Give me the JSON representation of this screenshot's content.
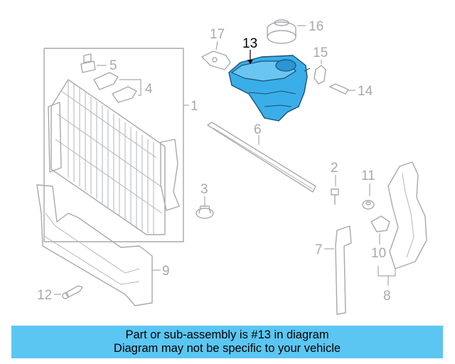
{
  "diagram": {
    "highlight_color": "#3aaee9",
    "line_color": "#a7a9ac",
    "callouts": {
      "c1": "1",
      "c2": "2",
      "c3": "3",
      "c4": "4",
      "c5": "5",
      "c6": "6",
      "c7": "7",
      "c8": "8",
      "c9": "9",
      "c10": "10",
      "c11": "11",
      "c12": "12",
      "c13": "13",
      "c14": "14",
      "c15": "15",
      "c16": "16",
      "c17": "17"
    }
  },
  "banner": {
    "line1": "Part or sub-assembly is #13 in diagram",
    "line2": "Diagram may not be specific to your vehicle"
  }
}
